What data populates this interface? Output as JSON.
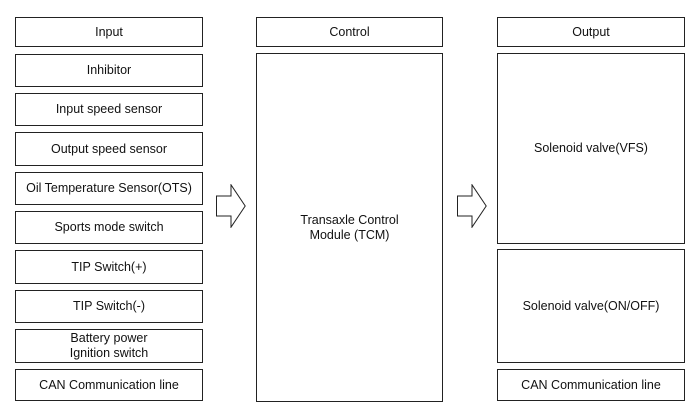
{
  "columns": {
    "input": {
      "header": "Input",
      "items": [
        "Inhibitor",
        "Input speed sensor",
        "Output speed sensor",
        "Oil Temperature Sensor(OTS)",
        "Sports mode switch",
        "TIP Switch(+)",
        "TIP Switch(-)",
        "Battery power\nIgnition switch",
        "CAN Communication line"
      ]
    },
    "control": {
      "header": "Control",
      "module": "Transaxle Control\nModule (TCM)"
    },
    "output": {
      "header": "Output",
      "items": [
        "Solenoid valve(VFS)",
        "Solenoid valve(ON/OFF)",
        "CAN Communication line"
      ]
    }
  }
}
